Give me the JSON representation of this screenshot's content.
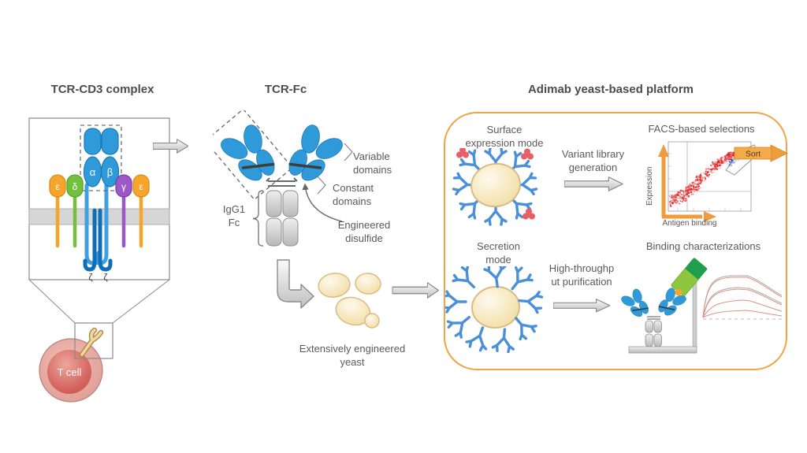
{
  "left_panel": {
    "title": "TCR-CD3 complex",
    "epsilon_left": "ε",
    "delta": "δ",
    "alpha": "α",
    "beta": "β",
    "gamma": "γ",
    "epsilon_right": "ε",
    "zeta_left": "ζ",
    "zeta_right": "ζ",
    "cell_label": "T cell"
  },
  "middle_panel": {
    "title": "TCR-Fc",
    "igg1_l1": "IgG1",
    "igg1_l2": "Fc",
    "variable_l1": "Variable",
    "variable_l2": "domains",
    "constant_l1": "Constant",
    "constant_l2": "domains",
    "disulfide_l1": "Engineered",
    "disulfide_l2": "disulfide",
    "yeast_caption_l1": "Extensively engineered",
    "yeast_caption_l2": "yeast"
  },
  "platform_panel": {
    "title": "Adimab yeast-based platform",
    "surface_l1": "Surface",
    "surface_l2": "expression mode",
    "variant_l1": "Variant library",
    "variant_l2": "generation",
    "facs_title": "FACS-based selections",
    "sort_label": "Sort",
    "facs_y_axis": "Expression",
    "facs_x_axis": "Antigen binding",
    "secretion_l1": "Secretion",
    "secretion_l2": "mode",
    "purification_l1": "High-throughp",
    "purification_l2": "ut purification",
    "binding_title": "Binding characterizations"
  },
  "colors": {
    "accent_orange": "#f2a444",
    "tcr_blue": "#2f9ad9",
    "zeta_blue": "#0e6eb8",
    "cd3_orange": "#f5a42c",
    "cd3_green": "#72c13e",
    "cd3_purple": "#9b59c7",
    "yeast_cream": "#f6e3b1",
    "antigen_red": "#e85f68",
    "facs_red": "#e02020",
    "facs_blue": "#1b46c2",
    "sensor_green": "#8dc63f",
    "title_gray": "#4c4c4c"
  }
}
